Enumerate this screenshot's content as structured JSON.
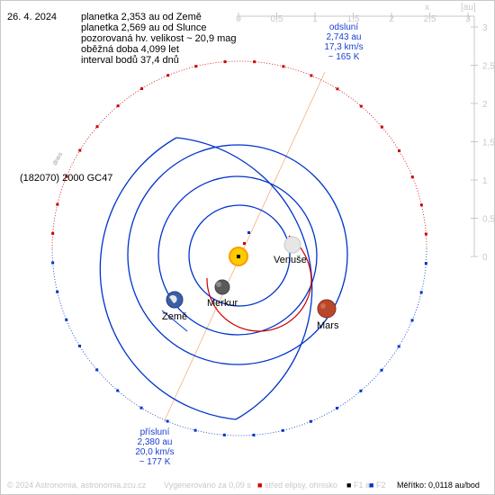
{
  "header": {
    "date": "26. 4. 2024",
    "info_lines": [
      "planetka 2,353 au od Země",
      "planetka 2,569 au od Slunce",
      "pozorovaná hv. velikost ~ 20,9 mag",
      "oběžná doba 4,099 let",
      "interval bodů 37,4 dnů"
    ]
  },
  "object": {
    "name": "(182070) 2000 GC47",
    "tag": "dnes"
  },
  "aphelion": {
    "lines": [
      "odsluní",
      "2,743 au",
      "17,3 km/s",
      "~ 165 K"
    ]
  },
  "perihelion": {
    "lines": [
      "přísluní",
      "2,380 au",
      "20,0 km/s",
      "~ 177 K"
    ]
  },
  "planets": [
    {
      "name": "Merkur",
      "color": "#6e6e6e"
    },
    {
      "name": "Venuše",
      "color": "#e0e0e0"
    },
    {
      "name": "Země",
      "color": "#3a5ea8"
    },
    {
      "name": "Mars",
      "color": "#c0442a"
    }
  ],
  "axes": {
    "x_label": "x",
    "unit": "[au]",
    "x_ticks": [
      "0",
      "0,5",
      "1",
      "1,5",
      "2",
      "2,5",
      "3"
    ],
    "y_ticks": [
      "3",
      "2,5",
      "2",
      "1,5",
      "1",
      "0,5",
      "0"
    ]
  },
  "footer": {
    "copyright": "© 2024 Astronomia, astronomia.zcu.cz",
    "generated": "Vygenerováno za 0,09 s",
    "legend_center": "střed elipsy, ohnisko",
    "legend_f1": "F1 a",
    "legend_f2": "F2",
    "scale": "Měřítko: 0,0118 au/bod"
  },
  "colors": {
    "asteroid_orbit": "#cc0000",
    "planet_orbit": "#0033cc",
    "mars_orbit_near": "#cc0000",
    "apsis_line": "#f0b080",
    "sun": "#ffcc00",
    "axis": "#c8c8c8"
  }
}
